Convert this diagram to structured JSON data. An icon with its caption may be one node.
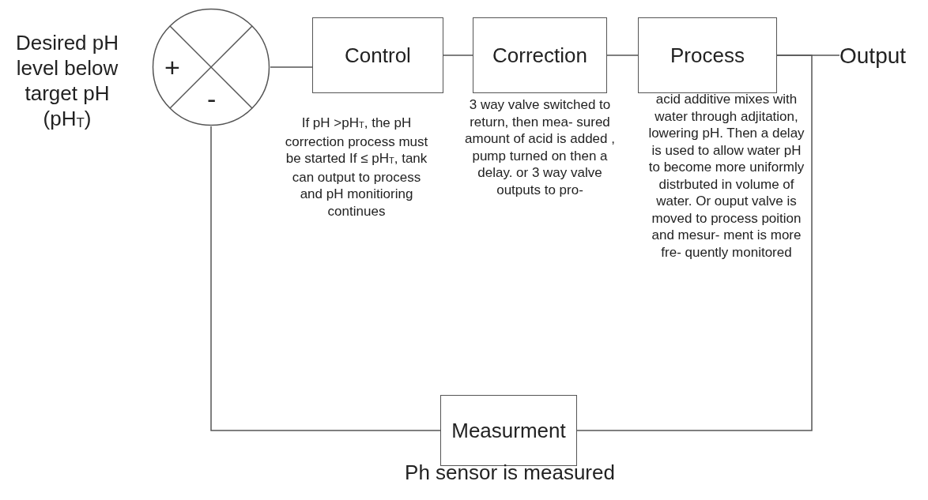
{
  "diagram": {
    "nodes": [
      {
        "text": [
          "+",
          "-"
        ],
        "beside": [
          "Desired pH level below target pH (pH$_{T}$)"
        ]
      },
      {
        "text": [
          "Control"
        ],
        "beside": [
          "If pH >pH$_{T}$, the pH correction process must be started If ≤ pH$_{T}$, tank can output to process and pH monitioring continues"
        ]
      },
      {
        "text": [
          "Correction"
        ],
        "beside": [
          "3 way valve switched to return, then mea- sured amount of acid is added , pump turned on then a delay. or 3 way valve outputs to pro-"
        ]
      },
      {
        "text": [
          "Process"
        ],
        "beside": [
          "acid additive mixes with water through adjitation, lowering pH. Then a delay is used to allow water pH to become more uniformly distrbuted in volume of water. Or ouput valve is moved to process poition and mesur- ment is more fre- quently monitored"
        ]
      },
      {
        "text": [
          "Output"
        ]
      },
      {
        "text": [
          "Measurment"
        ],
        "beside": [
          "Ph sensor is measured"
        ]
      }
    ],
    "edges": [
      {
        "from": 0,
        "to": 1,
        "arrow": "none"
      },
      {
        "from": 1,
        "to": 2,
        "arrow": "none"
      },
      {
        "from": 2,
        "to": 3,
        "arrow": "none"
      },
      {
        "from": 3,
        "to": 4,
        "arrow": "none"
      },
      {
        "from": 3,
        "to": 5,
        "arrow": "none"
      },
      {
        "from": 5,
        "to": 0,
        "arrow": "none"
      }
    ]
  }
}
